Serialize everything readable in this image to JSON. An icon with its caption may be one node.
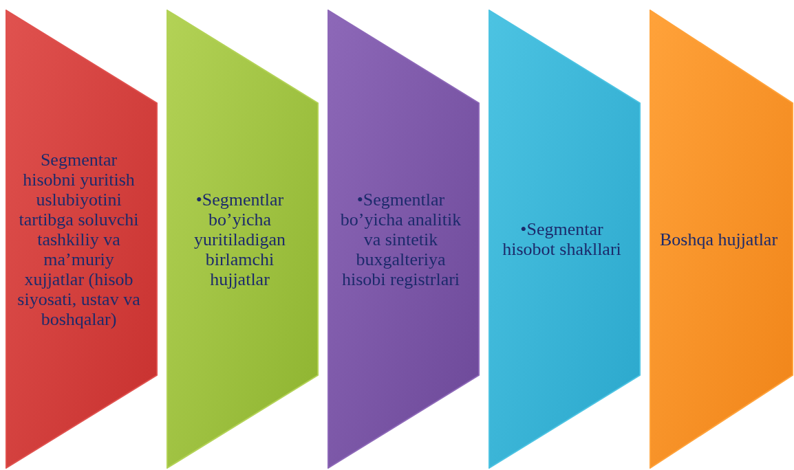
{
  "diagram": {
    "nodes": [
      {
        "text": [
          "Segmentar hisobni yuritish uslubiyotini tartibga soluvchi tashkiliy va ma’muriy xujjatlar (hisob siyosati, ustav va boshqalar)"
        ]
      },
      {
        "text": [
          "•Segmentlar bo’yicha yuritiladigan birlamchi hujjatlar"
        ]
      },
      {
        "text": [
          "•Segmentlar bo’yicha analitik va sintetik buxgalteriya hisobi registrlari"
        ]
      },
      {
        "text": [
          "•Segmentar hisobot shakllari"
        ]
      },
      {
        "text": [
          "Boshqa hujjatlar"
        ]
      }
    ]
  }
}
